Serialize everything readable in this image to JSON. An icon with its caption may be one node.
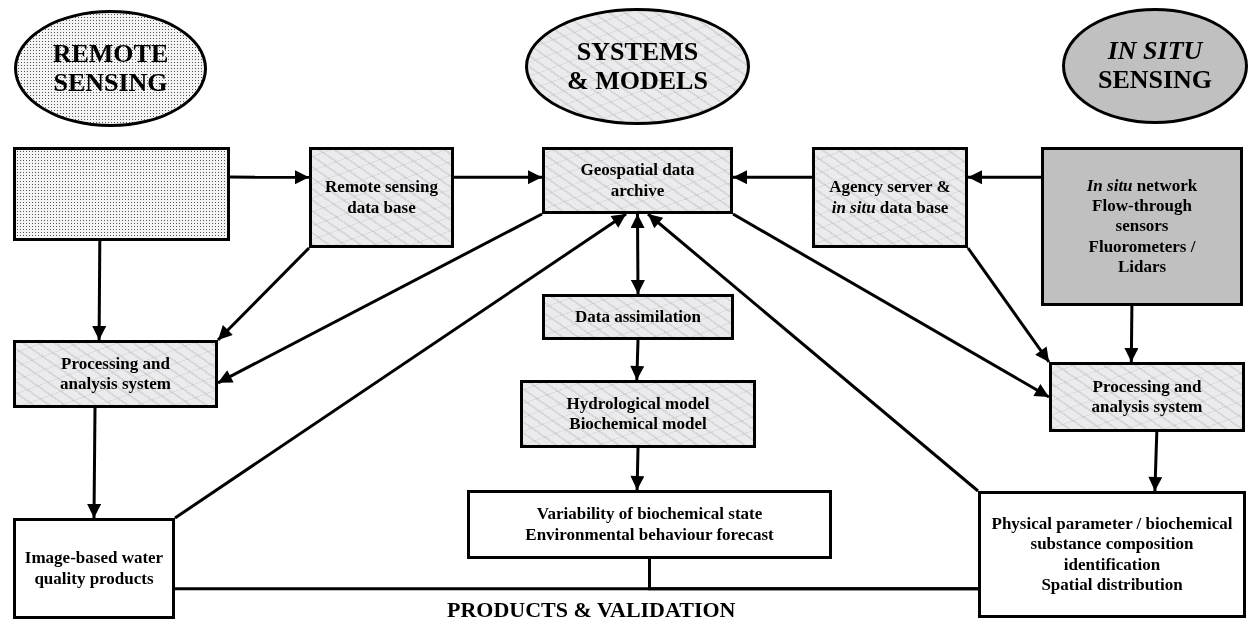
{
  "diagram": {
    "nodes": [
      {
        "text": [
          "REMOTE SENSING"
        ]
      },
      {
        "text": [
          "SYSTEMS & MODELS"
        ]
      },
      {
        "text": [
          "*IN SITU* SENSING"
        ]
      },
      {
        "text": [],
        "shape": "box"
      },
      {
        "text": [
          "Remote sensing data base"
        ]
      },
      {
        "text": [
          "Geospatial data archive"
        ]
      },
      {
        "text": [
          "Agency server & *in situ* data base"
        ]
      },
      {
        "text": [
          "*In situ* network",
          "Flow-through sensors",
          "Fluorometers / Lidars"
        ]
      },
      {
        "text": [
          "Processing and analysis system"
        ]
      },
      {
        "text": [
          "Data assimilation"
        ]
      },
      {
        "text": [
          "Hydrological model",
          "Biochemical model"
        ]
      },
      {
        "text": [
          "Image-based water quality products"
        ]
      },
      {
        "text": [
          "Variability of biochemical state",
          "Environmental behaviour forecast"
        ]
      },
      {
        "text": [
          "Processing and analysis system"
        ]
      },
      {
        "text": [
          "Physical parameter / biochemical substance composition identification",
          "Spatial distribution"
        ]
      }
    ],
    "edges": [
      {
        "from": 3,
        "to": 4,
        "arrow": "to"
      },
      {
        "from": 4,
        "to": 5,
        "arrow": "to"
      },
      {
        "from": 6,
        "to": 5,
        "arrow": "to"
      },
      {
        "from": 7,
        "to": 6,
        "arrow": "to"
      },
      {
        "from": 3,
        "to": 8,
        "arrow": "to"
      },
      {
        "from": 4,
        "to": 8,
        "arrow": "to"
      },
      {
        "from": 5,
        "to": 8,
        "arrow": "to"
      },
      {
        "from": 11,
        "to": 5,
        "arrow": "to"
      },
      {
        "from": 5,
        "to": 9,
        "arrow": "both"
      },
      {
        "from": 9,
        "to": 10,
        "arrow": "to"
      },
      {
        "from": 10,
        "to": 12,
        "arrow": "to"
      },
      {
        "from": 14,
        "to": 5,
        "arrow": "to"
      },
      {
        "from": 5,
        "to": 13,
        "arrow": "to"
      },
      {
        "from": 6,
        "to": 13,
        "arrow": "to"
      },
      {
        "from": 7,
        "to": 13,
        "arrow": "to"
      },
      {
        "from": 8,
        "to": 11,
        "arrow": "to"
      },
      {
        "from": 13,
        "to": 14,
        "arrow": "to"
      },
      {
        "from": 11,
        "to": 14,
        "arrow": "none"
      },
      {
        "from": 12,
        "to": 14,
        "arrow": "none"
      }
    ],
    "labels": [
      "PRODUCTS & VALIDATION"
    ]
  }
}
